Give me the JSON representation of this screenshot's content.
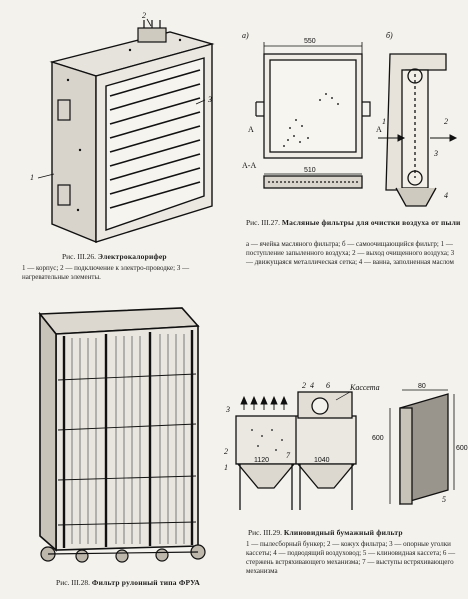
{
  "fig26": {
    "caption_number": "Рис. III.26.",
    "caption_title": "Электрокалорифер",
    "legend": "1 — корпус; 2 — подключение к электро-проводке; 3 — нагревательные элементы.",
    "labels": [
      "1",
      "2",
      "3"
    ]
  },
  "fig27": {
    "caption_number": "Рис. III.27.",
    "caption_title": "Масляные фильтры для очистки воздуха от пыли",
    "legend": "а — ячейка масляного фильтра; б — самоочищающийся фильтр; 1 — поступление запыленного воздуха; 2 — выход очищенного воздуха; 3 — движущаяся металлическая сетка; 4 — ванна, заполненная маслом",
    "labels": {
      "a": "а)",
      "b": "б)",
      "w": "550",
      "w2": "510",
      "section": "А-А",
      "A": "А",
      "n1": "1",
      "n2": "2",
      "n3": "3",
      "n4": "4"
    }
  },
  "fig28": {
    "caption_number": "Рис. III.28.",
    "caption_title": "Фильтр рулонный типа ФРУА"
  },
  "fig29": {
    "caption_number": "Рис. III.29.",
    "caption_title": "Клиновидный бумажный фильтр",
    "legend": "1 — пылесборный бункер; 2 — кожух фильтра; 3 — опорные уголки кассеты; 4 — подводящий воздуховод; 5 — клиновидная кассета; 6 — стержень встряхивающего механизма; 7 — выступы встряхивающего механизма",
    "labels": {
      "kasseta": "Кассета",
      "n3": "3",
      "n2": "2",
      "n4": "4",
      "n6": "6",
      "n1": "1",
      "n7": "7",
      "n5": "5",
      "d1120": "1120",
      "d1040": "1040",
      "d80": "80",
      "d600a": "600",
      "d600b": "600"
    }
  }
}
